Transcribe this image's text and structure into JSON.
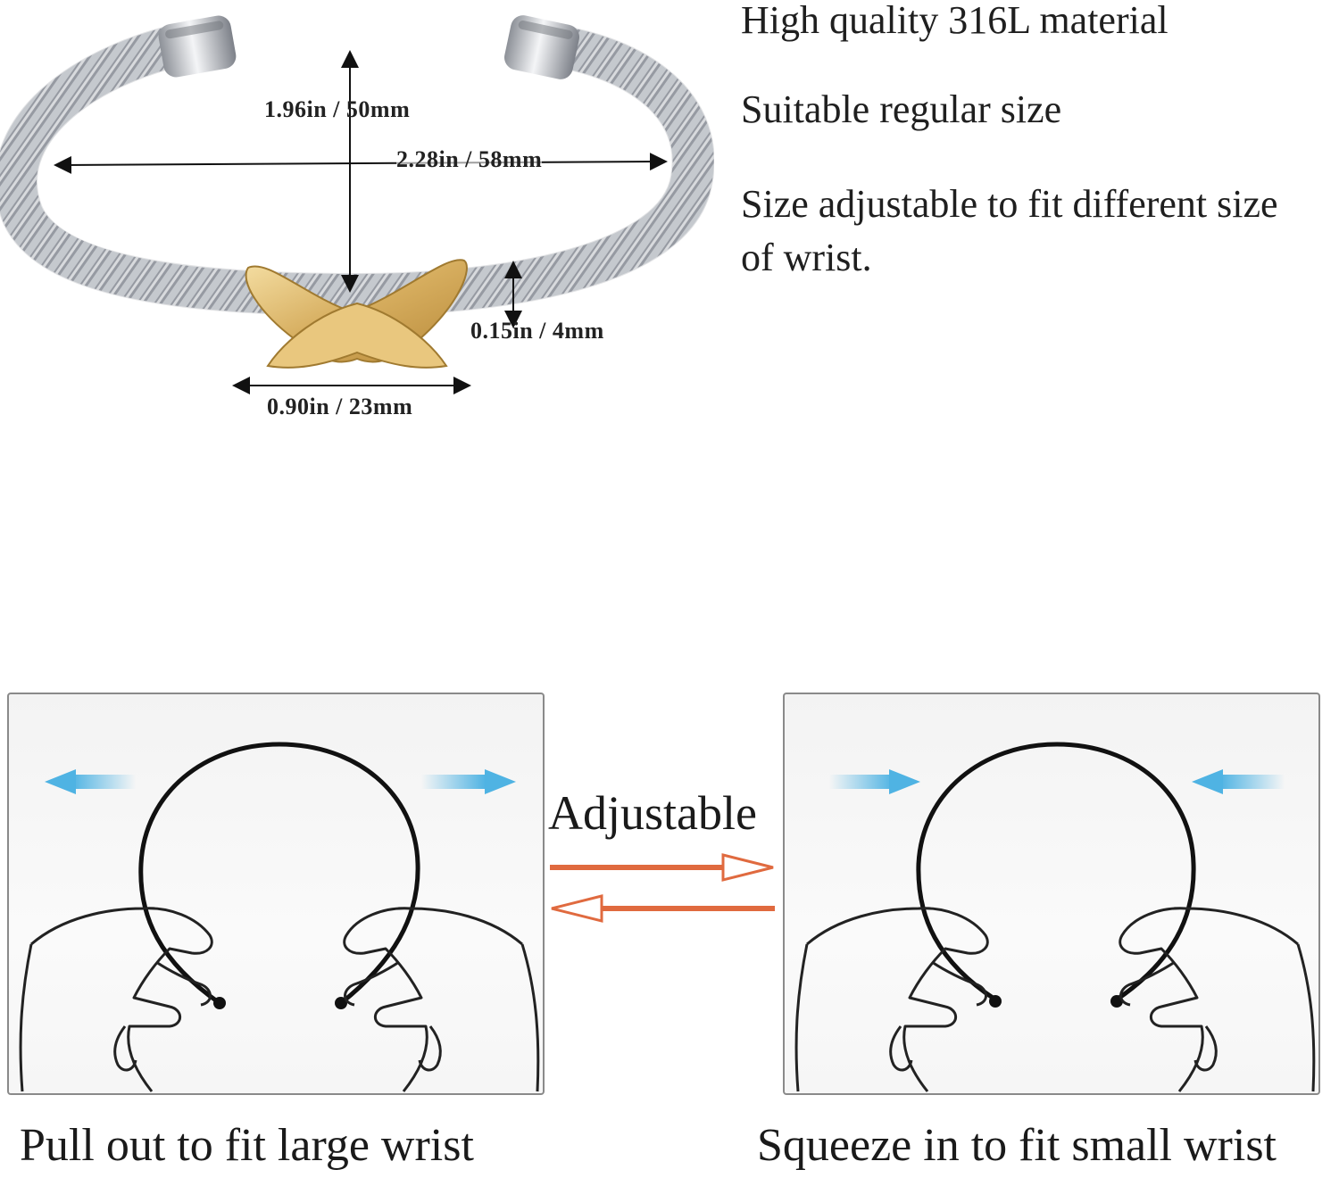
{
  "features": [
    "High quality 316L material",
    "Suitable regular size",
    "Size adjustable to fit different size",
    "of wrist."
  ],
  "dimensions": {
    "height": "1.96in / 50mm",
    "width": "2.28in / 58mm",
    "thickness": "0.15in / 4mm",
    "knot_width": "0.90in / 23mm"
  },
  "adjust": {
    "label": "Adjustable",
    "left_caption": "Pull out to fit large wrist",
    "right_caption": "Squeeze in to fit small wrist"
  },
  "colors": {
    "silver": "#c9ccd1",
    "gold": "#d9b46a",
    "blue_arrow": "#4fb3e3",
    "orange_arrow": "#e06a3f"
  }
}
